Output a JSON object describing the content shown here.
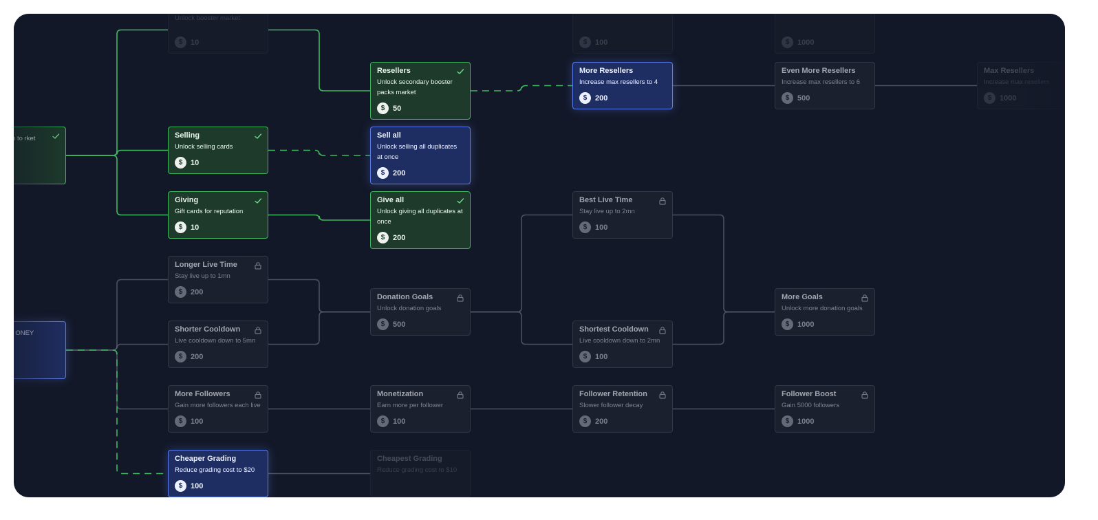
{
  "colors": {
    "background": "#131828",
    "bought": "#3fb85f",
    "available": "#5a7bea",
    "locked": "#3a4050"
  },
  "nodes": [
    {
      "id": "partial-top-left",
      "title": "",
      "desc": "Unlock booster market",
      "price": "10",
      "state": "dim",
      "icon": ""
    },
    {
      "id": "partial-top-mid",
      "title": "",
      "desc": "",
      "price": "100",
      "state": "dim",
      "icon": ""
    },
    {
      "id": "partial-top-right",
      "title": "",
      "desc": "",
      "price": "1000",
      "state": "dim",
      "icon": ""
    },
    {
      "id": "partial-left-green",
      "title": "",
      "desc": "boosters, ation to rket",
      "price": "",
      "state": "bought",
      "icon": "check-icon"
    },
    {
      "id": "partial-left-blue",
      "title": "",
      "desc": "ence, become ONEY",
      "price": "",
      "state": "available",
      "icon": ""
    },
    {
      "id": "resellers",
      "title": "Resellers",
      "desc": "Unlock secondary booster packs market",
      "price": "50",
      "state": "bought",
      "icon": "check-icon"
    },
    {
      "id": "more-resellers",
      "title": "More Resellers",
      "desc": "Increase max resellers to 4",
      "price": "200",
      "state": "available",
      "icon": ""
    },
    {
      "id": "even-more-resellers",
      "title": "Even More Resellers",
      "desc": "Increase max resellers to 6",
      "price": "500",
      "state": "locked",
      "icon": ""
    },
    {
      "id": "max-resellers",
      "title": "Max Resellers",
      "desc": "Increase max resellers",
      "price": "1000",
      "state": "dim",
      "icon": ""
    },
    {
      "id": "selling",
      "title": "Selling",
      "desc": "Unlock selling cards",
      "price": "10",
      "state": "bought",
      "icon": "check-icon"
    },
    {
      "id": "sell-all",
      "title": "Sell all",
      "desc": "Unlock selling all duplicates at once",
      "price": "200",
      "state": "available",
      "icon": ""
    },
    {
      "id": "giving",
      "title": "Giving",
      "desc": "Gift cards for reputation",
      "price": "10",
      "state": "bought",
      "icon": "check-icon"
    },
    {
      "id": "give-all",
      "title": "Give all",
      "desc": "Unlock giving all duplicates at once",
      "price": "200",
      "state": "bought",
      "icon": "check-icon"
    },
    {
      "id": "best-live-time",
      "title": "Best Live Time",
      "desc": "Stay live up to 2mn",
      "price": "100",
      "state": "locked",
      "icon": "lock-icon"
    },
    {
      "id": "longer-live-time",
      "title": "Longer Live Time",
      "desc": "Stay live up to 1mn",
      "price": "200",
      "state": "locked",
      "icon": "lock-icon"
    },
    {
      "id": "donation-goals",
      "title": "Donation Goals",
      "desc": "Unlock donation goals",
      "price": "500",
      "state": "locked",
      "icon": "lock-icon"
    },
    {
      "id": "more-goals",
      "title": "More Goals",
      "desc": "Unlock more donation goals",
      "price": "1000",
      "state": "locked",
      "icon": "lock-icon"
    },
    {
      "id": "shorter-cooldown",
      "title": "Shorter Cooldown",
      "desc": "Live cooldown down to 5mn",
      "price": "200",
      "state": "locked",
      "icon": "lock-icon"
    },
    {
      "id": "shortest-cooldown",
      "title": "Shortest Cooldown",
      "desc": "Live cooldown down to 2mn",
      "price": "100",
      "state": "locked",
      "icon": "lock-icon"
    },
    {
      "id": "more-followers",
      "title": "More Followers",
      "desc": "Gain more followers each live",
      "price": "100",
      "state": "locked",
      "icon": "lock-icon"
    },
    {
      "id": "monetization",
      "title": "Monetization",
      "desc": "Earn more per follower",
      "price": "100",
      "state": "locked",
      "icon": "lock-icon"
    },
    {
      "id": "follower-retention",
      "title": "Follower Retention",
      "desc": "Slower follower decay",
      "price": "200",
      "state": "locked",
      "icon": "lock-icon"
    },
    {
      "id": "follower-boost",
      "title": "Follower Boost",
      "desc": "Gain 5000 followers",
      "price": "1000",
      "state": "locked",
      "icon": "lock-icon"
    },
    {
      "id": "cheaper-grading",
      "title": "Cheaper Grading",
      "desc": "Reduce grading cost to $20",
      "price": "100",
      "state": "available",
      "icon": ""
    },
    {
      "id": "cheapest-grading",
      "title": "Cheapest Grading",
      "desc": "Reduce grading cost to $10",
      "price": "",
      "state": "dim",
      "icon": ""
    }
  ],
  "links": [
    {
      "from": "partial-left-green",
      "to": "selling",
      "style": "bought"
    },
    {
      "from": "partial-left-green",
      "to": "giving",
      "style": "bought"
    },
    {
      "from": "partial-left-green",
      "to": "partial-top-left",
      "style": "bought"
    },
    {
      "from": "partial-top-left",
      "to": "resellers",
      "style": "bought"
    },
    {
      "from": "resellers",
      "to": "more-resellers",
      "style": "pending"
    },
    {
      "from": "selling",
      "to": "sell-all",
      "style": "pending"
    },
    {
      "from": "giving",
      "to": "give-all",
      "style": "bought"
    },
    {
      "from": "more-resellers",
      "to": "even-more-resellers",
      "style": "locked"
    },
    {
      "from": "even-more-resellers",
      "to": "max-resellers",
      "style": "locked"
    },
    {
      "from": "partial-left-blue",
      "to": "longer-live-time",
      "style": "locked"
    },
    {
      "from": "partial-left-blue",
      "to": "shorter-cooldown",
      "style": "locked"
    },
    {
      "from": "partial-left-blue",
      "to": "more-followers",
      "style": "locked"
    },
    {
      "from": "longer-live-time",
      "to": "donation-goals",
      "style": "locked"
    },
    {
      "from": "shorter-cooldown",
      "to": "donation-goals",
      "style": "locked"
    },
    {
      "from": "donation-goals",
      "to": "best-live-time",
      "style": "locked"
    },
    {
      "from": "donation-goals",
      "to": "shortest-cooldown",
      "style": "locked"
    },
    {
      "from": "best-live-time",
      "to": "more-goals",
      "style": "locked"
    },
    {
      "from": "shortest-cooldown",
      "to": "more-goals",
      "style": "locked"
    },
    {
      "from": "more-followers",
      "to": "monetization",
      "style": "locked"
    },
    {
      "from": "monetization",
      "to": "follower-retention",
      "style": "locked"
    },
    {
      "from": "follower-retention",
      "to": "follower-boost",
      "style": "locked"
    },
    {
      "from": "partial-left-blue",
      "to": "cheaper-grading",
      "style": "pending"
    },
    {
      "from": "cheaper-grading",
      "to": "cheapest-grading",
      "style": "locked"
    }
  ]
}
